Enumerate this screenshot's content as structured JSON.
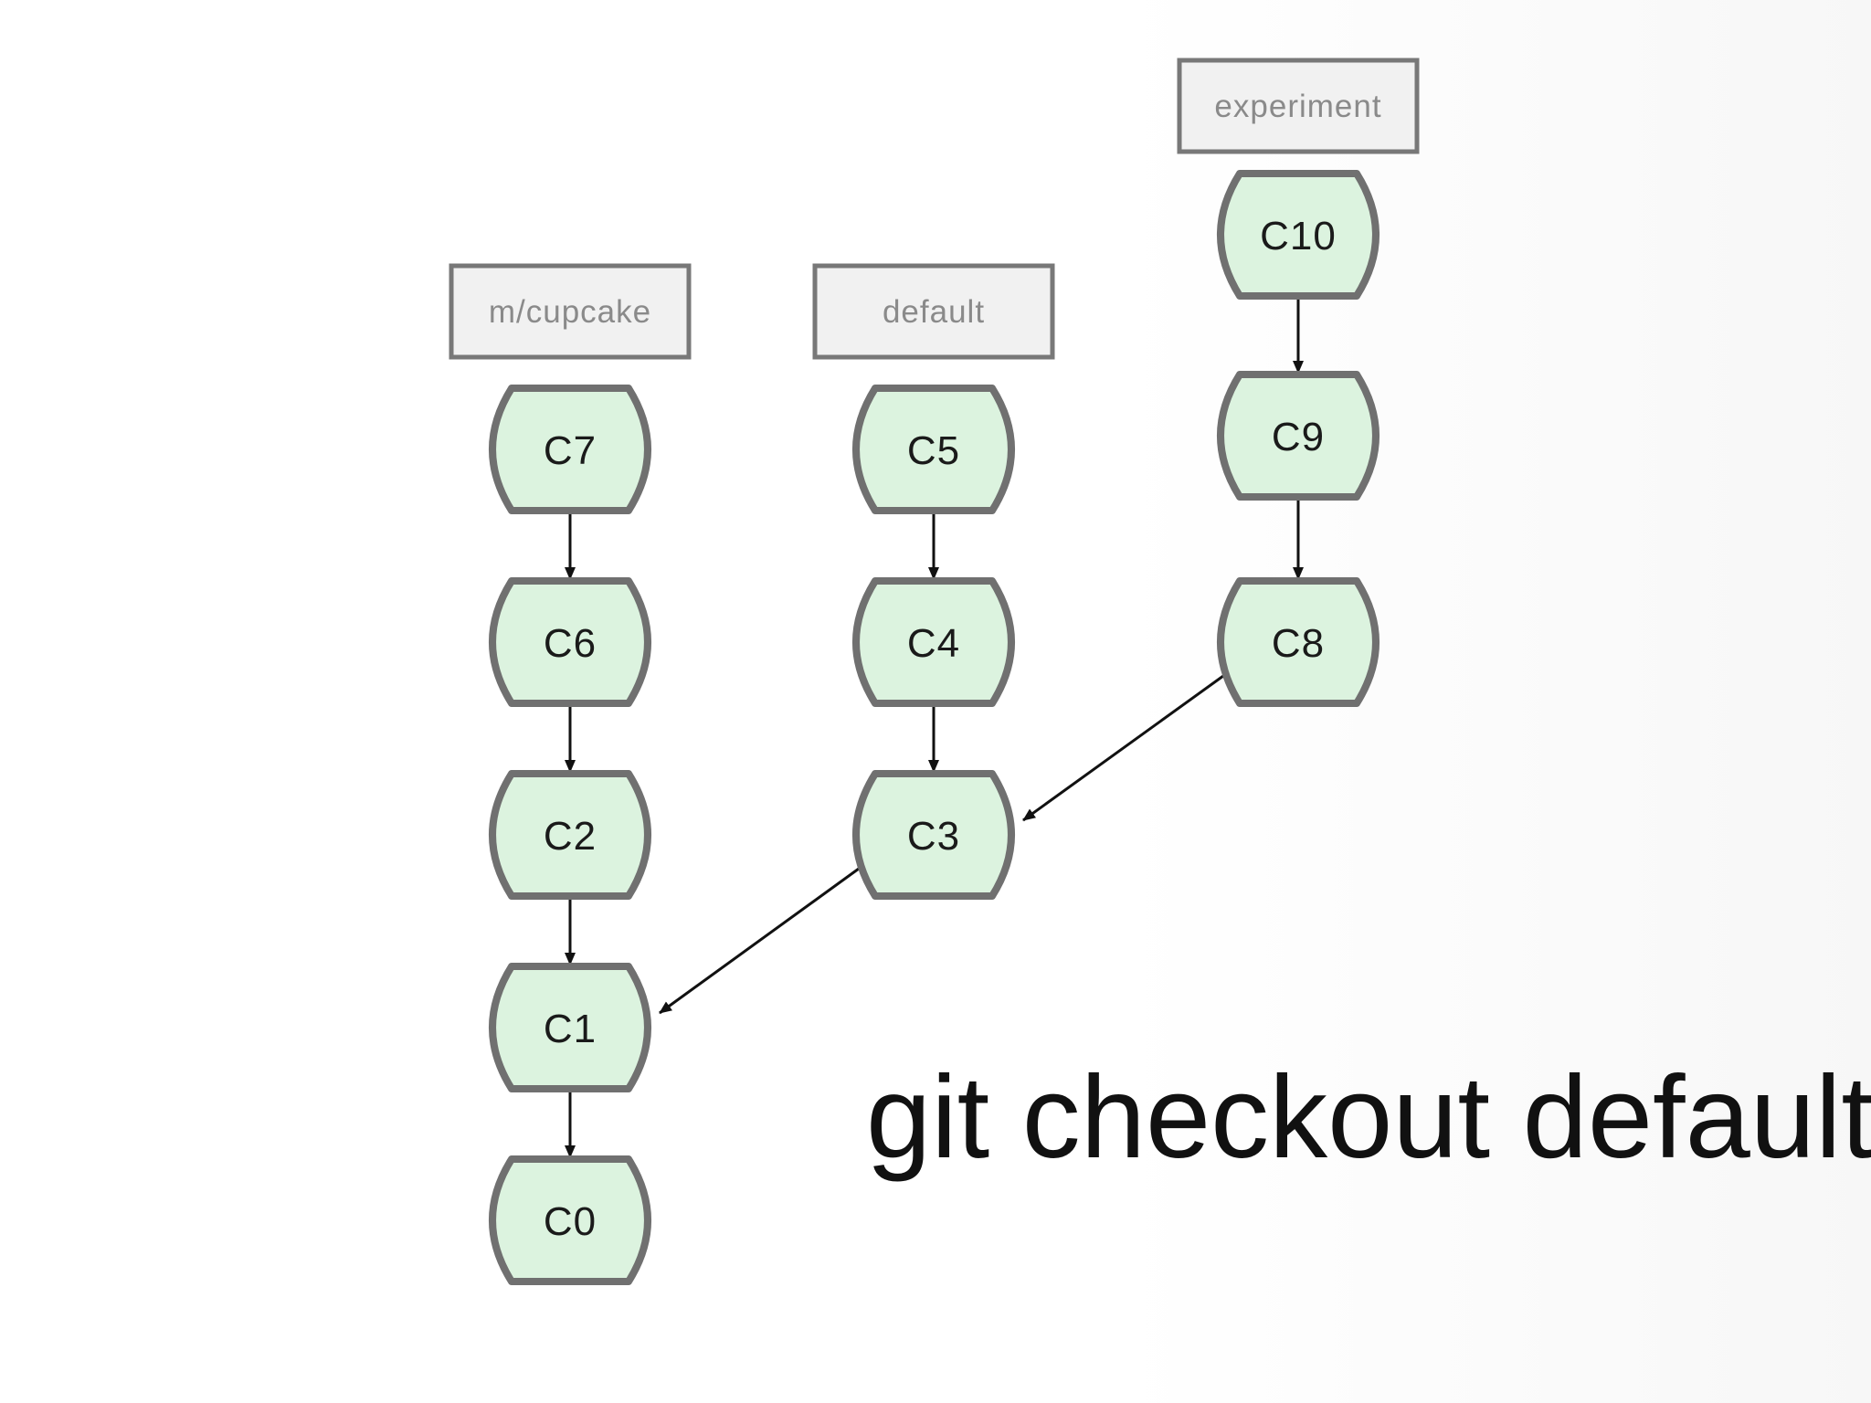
{
  "diagram": {
    "caption": "git checkout default",
    "colors": {
      "commit_fill": "#dcf3df",
      "commit_stroke": "#707070",
      "branch_fill": "#f1f1f1",
      "branch_stroke": "#787878",
      "branch_text": "#8a8a8a",
      "arrow": "#111111"
    },
    "branches": [
      {
        "id": "b-cupcake",
        "label": "m/cupcake",
        "points_to": "C7"
      },
      {
        "id": "b-default",
        "label": "default",
        "points_to": "C5"
      },
      {
        "id": "b-experiment",
        "label": "experiment",
        "points_to": "C10"
      }
    ],
    "commits": [
      {
        "id": "C0",
        "label": "C0"
      },
      {
        "id": "C1",
        "label": "C1"
      },
      {
        "id": "C2",
        "label": "C2"
      },
      {
        "id": "C6",
        "label": "C6"
      },
      {
        "id": "C7",
        "label": "C7"
      },
      {
        "id": "C3",
        "label": "C3"
      },
      {
        "id": "C4",
        "label": "C4"
      },
      {
        "id": "C5",
        "label": "C5"
      },
      {
        "id": "C8",
        "label": "C8"
      },
      {
        "id": "C9",
        "label": "C9"
      },
      {
        "id": "C10",
        "label": "C10"
      }
    ],
    "edges": [
      {
        "from": "C7",
        "to": "C6"
      },
      {
        "from": "C6",
        "to": "C2"
      },
      {
        "from": "C2",
        "to": "C1"
      },
      {
        "from": "C1",
        "to": "C0"
      },
      {
        "from": "C5",
        "to": "C4"
      },
      {
        "from": "C4",
        "to": "C3"
      },
      {
        "from": "C3",
        "to": "C1"
      },
      {
        "from": "C10",
        "to": "C9"
      },
      {
        "from": "C9",
        "to": "C8"
      },
      {
        "from": "C8",
        "to": "C3"
      }
    ]
  }
}
